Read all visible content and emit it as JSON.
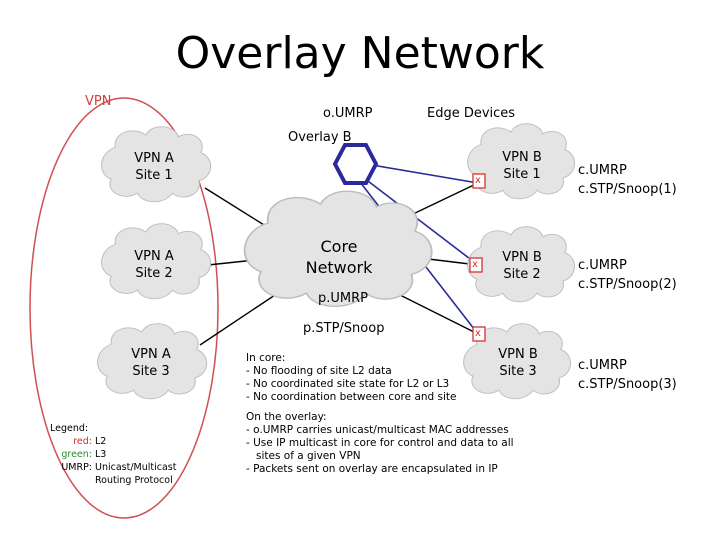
{
  "title": "Overlay Network",
  "labels": {
    "vpn": "VPN",
    "oumrp": "o.UMRP",
    "edge_devices": "Edge Devices",
    "overlay_b": "Overlay B",
    "pumrp": "p.UMRP",
    "pstp": "p.STP/Snoop"
  },
  "clouds": {
    "vpn_a_site1": [
      "VPN A",
      "Site 1"
    ],
    "vpn_a_site2": [
      "VPN A",
      "Site 2"
    ],
    "vpn_a_site3": [
      "VPN A",
      "Site 3"
    ],
    "vpn_b_site1": [
      "VPN B",
      "Site 1"
    ],
    "vpn_b_site2": [
      "VPN B",
      "Site 2"
    ],
    "vpn_b_site3": [
      "VPN B",
      "Site 3"
    ],
    "core": [
      "Core",
      "Network"
    ]
  },
  "side_labels": {
    "site1": [
      "c.UMRP",
      "c.STP/Snoop(1)"
    ],
    "site2": [
      "c.UMRP",
      "c.STP/Snoop(2)"
    ],
    "site3": [
      "c.UMRP",
      "c.STP/Snoop(3)"
    ]
  },
  "edge_marker": "x",
  "core_notes": [
    "In core:",
    "- No flooding of site L2 data",
    "- No coordinated site state for L2 or L3",
    "- No coordination between core and site"
  ],
  "overlay_notes": [
    "On the overlay:",
    "- o.UMRP carries unicast/multicast MAC addresses",
    "- Use IP multicast in core for control and data to all",
    "   sites of a given VPN",
    "- Packets sent on overlay are encapsulated in IP"
  ],
  "legend": {
    "heading": "Legend:",
    "rows": [
      {
        "key": "red:",
        "value": "L2"
      },
      {
        "key": "green:",
        "value": "L3"
      },
      {
        "key": "UMRP:",
        "value": "Unicast/Multicast"
      },
      {
        "key": "",
        "value": "Routing Protocol"
      }
    ]
  },
  "colors": {
    "vpn_label": "#d04040",
    "oval": "#d05050",
    "cloud_fill": "#e4e4e4",
    "cloud_stroke": "#bdbdbd",
    "hexagon": "#2a2a9c",
    "overlay_link": "#2a2a9c",
    "edge_link": "#d03030",
    "edge_box": "#d83030",
    "legend_red": "#d03030",
    "legend_green": "#2e8a2e",
    "link": "#000000"
  }
}
